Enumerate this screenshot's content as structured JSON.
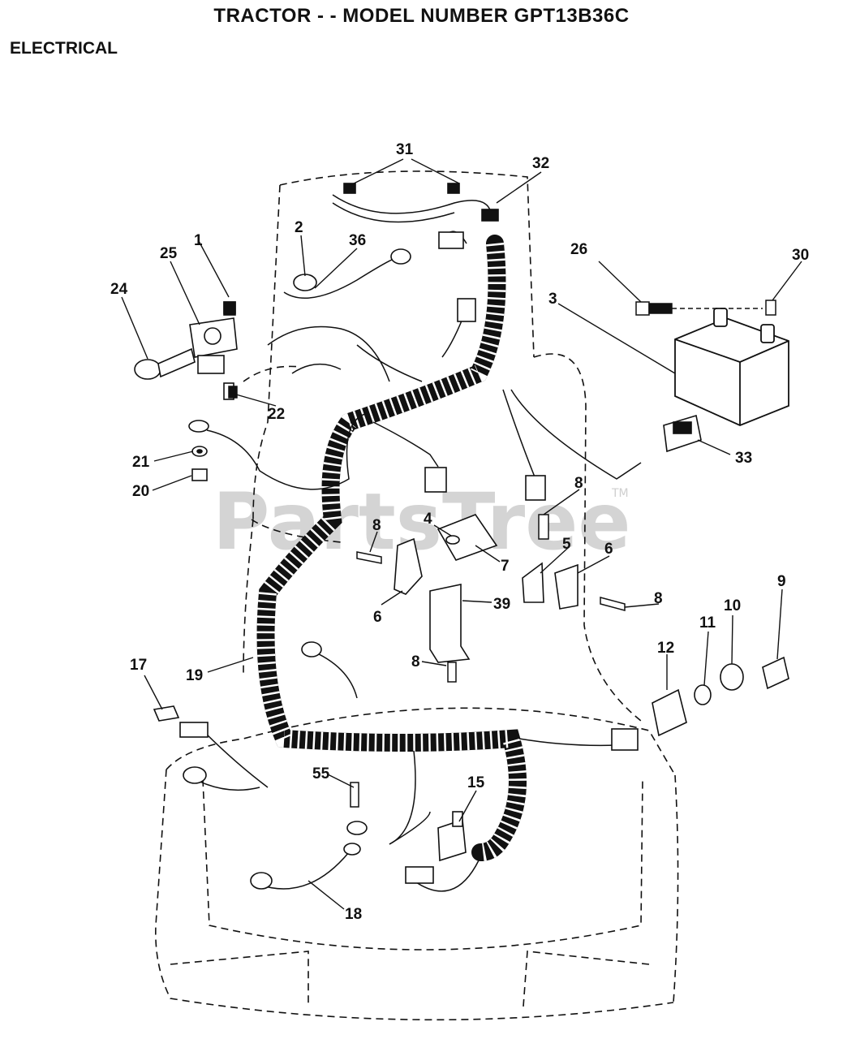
{
  "header": {
    "title": "TRACTOR  - - MODEL NUMBER GPT13B36C",
    "section": "ELECTRICAL"
  },
  "watermark": {
    "text": "PartsTree",
    "tm": "TM"
  },
  "callouts": {
    "c1": "1",
    "c2": "2",
    "c3": "3",
    "c4": "4",
    "c5": "5",
    "c6a": "6",
    "c6b": "6",
    "c7": "7",
    "c8a": "8",
    "c8b": "8",
    "c8c": "8",
    "c8d": "8",
    "c9": "9",
    "c10": "10",
    "c11": "11",
    "c12": "12",
    "c15": "15",
    "c17": "17",
    "c18": "18",
    "c19": "19",
    "c20": "20",
    "c21": "21",
    "c22": "22",
    "c24": "24",
    "c25": "25",
    "c26": "26",
    "c30": "30",
    "c31": "31",
    "c32": "32",
    "c33": "33",
    "c36": "36",
    "c39": "39",
    "c55": "55"
  },
  "colors": {
    "ink": "#111111",
    "watermark": "#d4d4d4",
    "background": "#ffffff"
  }
}
